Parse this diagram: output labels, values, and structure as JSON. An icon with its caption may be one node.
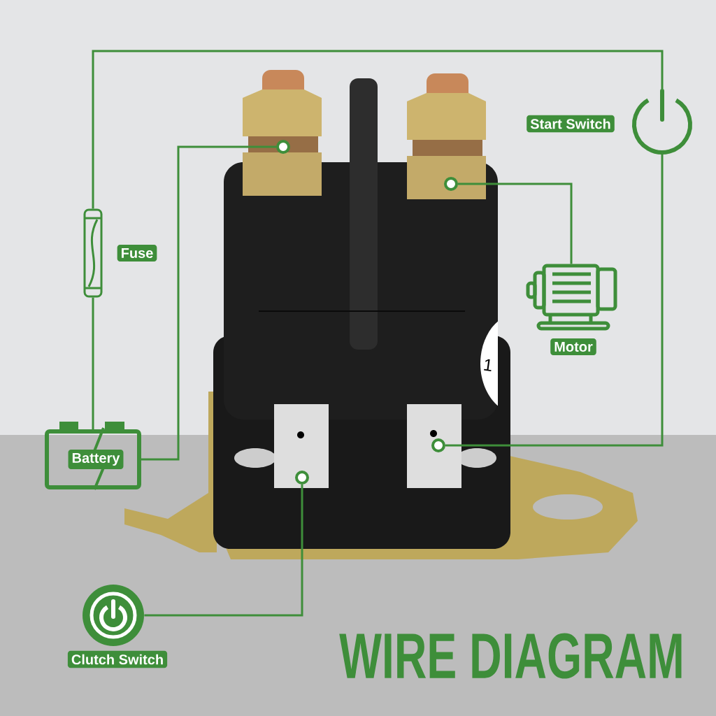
{
  "diagram": {
    "title": "WIRE DIAGRAM",
    "nodes": [
      {
        "text": [
          "Battery"
        ]
      },
      {
        "text": [
          "Fuse"
        ]
      },
      {
        "text": [
          "Start Switch"
        ]
      },
      {
        "text": [
          "Motor"
        ]
      },
      {
        "text": [
          "Clutch Switch"
        ]
      },
      {
        "text": [],
        "shape": "circle"
      },
      {
        "text": [],
        "shape": "circle"
      },
      {
        "text": [],
        "shape": "circle"
      },
      {
        "text": [],
        "shape": "circle"
      }
    ],
    "edges": [
      {
        "from": 0,
        "to": 1,
        "arrow": "none"
      },
      {
        "from": 1,
        "to": 2,
        "arrow": "none"
      },
      {
        "from": 2,
        "to": 8,
        "arrow": "none"
      },
      {
        "from": 0,
        "to": 5,
        "arrow": "none"
      },
      {
        "from": 6,
        "to": 3,
        "arrow": "none"
      },
      {
        "from": 7,
        "to": 4,
        "arrow": "none"
      }
    ],
    "labels": [
      "1"
    ]
  }
}
